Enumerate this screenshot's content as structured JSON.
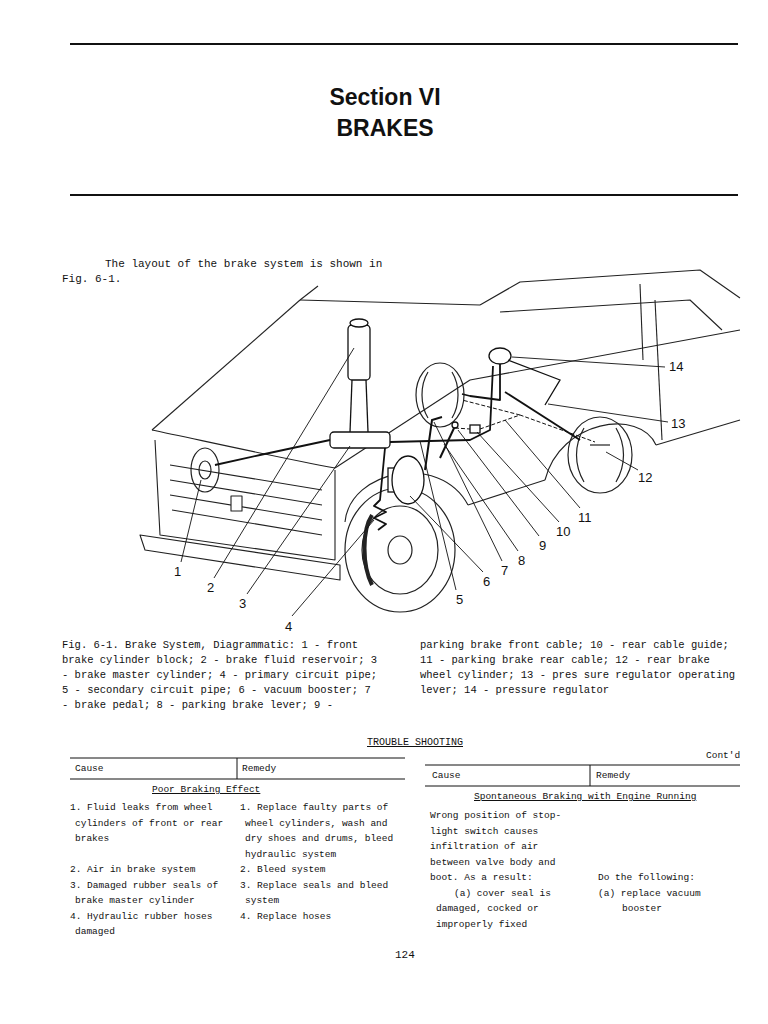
{
  "diagram": {
    "title": "Section VI BRAKES",
    "caption": "Fig. 6-1. Brake System, Diagrammatic: 1 - front brake cylinder block; 2 - brake fluid reservoir; 3 - brake master cylinder; 4 - primary circuit pipe; 5 - secondary circuit pipe; 6 - vacuum booster; 7 - brake pedal; 8 - parking brake lever; 9 - parking brake front cable; 10 - rear cable guide; 11 - parking brake rear cable; 12 - rear brake wheel cylinder; 13 - pres sure regulator operating lever; 14 - pressure regulator",
    "labels": [
      "The layout of the brake system is shown in Fig. 6-1.",
      "1",
      "2",
      "3",
      "4",
      "5",
      "6",
      "7",
      "8",
      "9",
      "10",
      "11",
      "12",
      "13",
      "14",
      "TROUBLE SHOOTING",
      "Cont'd",
      "Cause",
      "Remedy",
      "Poor Braking Effect",
      "1. Fluid leaks from wheel cylinders of front or rear brakes",
      "1. Replace faulty parts of wheel cylinders, wash and dry shoes and drums, bleed hydraulic system",
      "2. Air in brake system",
      "2. Bleed system",
      "3. Damaged rubber seals of brake master cylinder",
      "3. Replace seals and bleed system",
      "4. Hydraulic rubber hoses damaged",
      "4. Replace hoses",
      "Cause",
      "Remedy",
      "Spontaneous Braking with Engine Running",
      "Wrong position of stop-light switch causes infiltration of air between valve body and boot. As a result:",
      "(a) cover seal is damaged, cocked or improperly fixed",
      "Do the following:",
      "(a) replace vacuum booster",
      "124"
    ]
  }
}
